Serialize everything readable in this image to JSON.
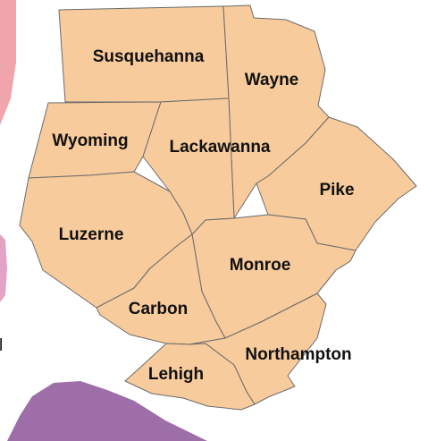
{
  "colors": {
    "county_fill": "#f8cb9c",
    "county_border": "#6b6b6b",
    "neighbor_west_pink": "#f0a4ac",
    "neighbor_west_pink_lower": "#e3a3c5",
    "neighbor_southwest_purple": "#9e6ea8",
    "label_text": "#111111"
  },
  "counties": [
    {
      "id": "susquehanna",
      "label": "Susquehanna"
    },
    {
      "id": "wayne",
      "label": "Wayne"
    },
    {
      "id": "wyoming",
      "label": "Wyoming"
    },
    {
      "id": "lackawanna",
      "label": "Lackawanna"
    },
    {
      "id": "pike",
      "label": "Pike"
    },
    {
      "id": "luzerne",
      "label": "Luzerne"
    },
    {
      "id": "monroe",
      "label": "Monroe"
    },
    {
      "id": "carbon",
      "label": "Carbon"
    },
    {
      "id": "northampton",
      "label": "Northampton"
    },
    {
      "id": "lehigh",
      "label": "Lehigh"
    }
  ],
  "edge_text": "l"
}
